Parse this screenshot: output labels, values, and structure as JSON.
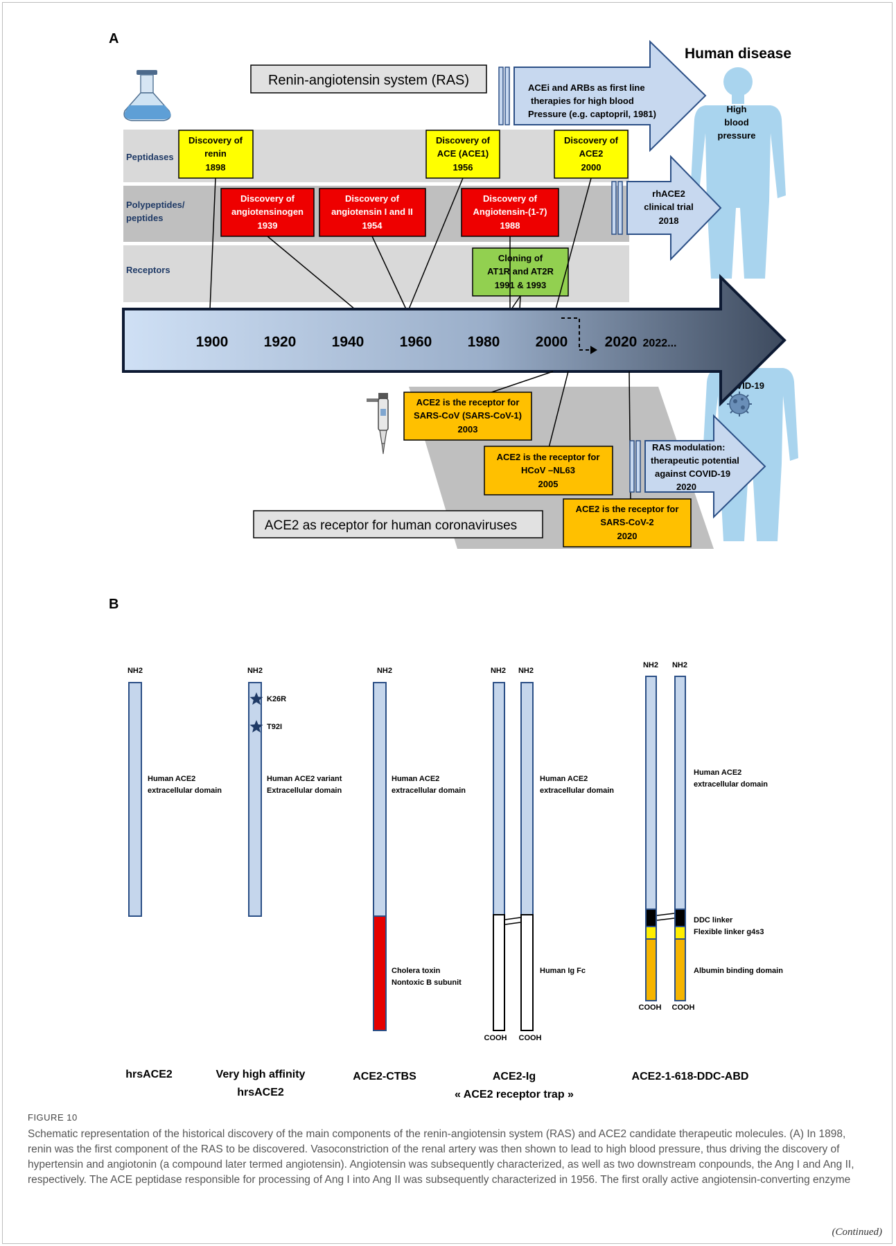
{
  "panelA": {
    "label": "A",
    "ras_title": "Renin-angiotensin system (RAS)",
    "human_disease_title": "Human disease",
    "rows": {
      "peptidases": "Peptidases",
      "polypeptides_1": "Polypeptides/",
      "polypeptides_2": "peptides",
      "receptors": "Receptors"
    },
    "boxes": {
      "renin": [
        "Discovery of",
        "renin",
        "1898"
      ],
      "ace1": [
        "Discovery of",
        "ACE (ACE1)",
        "1956"
      ],
      "ace2": [
        "Discovery of",
        "ACE2",
        "2000"
      ],
      "angiotensinogen": [
        "Discovery of",
        "angiotensinogen",
        "1939"
      ],
      "angiotensin12": [
        "Discovery of",
        "angiotensin I and II",
        "1954"
      ],
      "ang17": [
        "Discovery of",
        "Angiotensin-(1-7)",
        "1988"
      ],
      "receptors": [
        "Cloning of",
        "AT1R and AT2R",
        "1991 & 1993"
      ],
      "sars1": [
        "ACE2 is the receptor for",
        "SARS-CoV (SARS-CoV-1)",
        "2003"
      ],
      "nl63": [
        "ACE2 is the receptor for",
        "HCoV –NL63",
        "2005"
      ],
      "sars2": [
        "ACE2 is the receptor for",
        "SARS-CoV-2",
        "2020"
      ]
    },
    "arrows": {
      "acei": [
        "ACEi and ARBs as first line",
        "therapies for high blood",
        "Pressure (e.g. captopril, 1981)"
      ],
      "rhace2": [
        "rhACE2",
        "clinical trial",
        "2018"
      ],
      "ras_mod": [
        "RAS  modulation:",
        "therapeutic potential",
        "against COVID-19",
        "2020"
      ]
    },
    "timeline_years": [
      "1900",
      "1920",
      "1940",
      "1960",
      "1980",
      "2000",
      "2020",
      "2022..."
    ],
    "high_bp": [
      "High",
      "blood",
      "pressure"
    ],
    "covid_label": "COVID-19",
    "coronavirus_title": "ACE2 as receptor for human coronaviruses"
  },
  "panelB": {
    "label": "B",
    "nh2": "NH2",
    "cooh": "COOH",
    "mutations": [
      "K26R",
      "T92I"
    ],
    "domains": {
      "hace2_1": "Human ACE2",
      "hace2_2": "extracellular domain",
      "variant_1": "Human ACE2 variant",
      "variant_2": "Extracellular domain",
      "cholera_1": "Cholera toxin",
      "cholera_2": "Nontoxic B subunit",
      "igfc": "Human Ig Fc",
      "ddc": "DDC linker",
      "flex": "Flexible linker g4s3",
      "abd": "Albumin binding domain"
    },
    "names": {
      "hrs": "hrsACE2",
      "vha_1": "Very high affinity",
      "vha_2": "hrsACE2",
      "ctbs": "ACE2-CTBS",
      "ig_1": "ACE2-Ig",
      "ig_2": "« ACE2 receptor trap »",
      "abd": "ACE2-1-618-DDC-ABD"
    },
    "colors": {
      "ace2_domain": "#c5d6ec",
      "cholera": "#e50000",
      "ddc": "#000000",
      "flex": "#ffee00",
      "abd": "#f5b400"
    }
  },
  "caption": {
    "figure_label": "FIGURE 10",
    "text": "Schematic representation of the historical discovery of the main components of the renin-angiotensin system (RAS) and ACE2 candidate therapeutic molecules. (A) In 1898, renin was the first component of the RAS to be discovered. Vasoconstriction of the renal artery was then shown to lead to high blood pressure, thus driving the discovery of hypertensin and angiotonin (a compound later termed angiotensin). Angiotensin was subsequently characterized, as well as two downstream conpounds, the Ang I and Ang II, respectively. The ACE peptidase responsible for processing of Ang I into Ang II was subsequently characterized in 1956. The first orally active angiotensin-converting enzyme",
    "continued": "(Continued)"
  }
}
